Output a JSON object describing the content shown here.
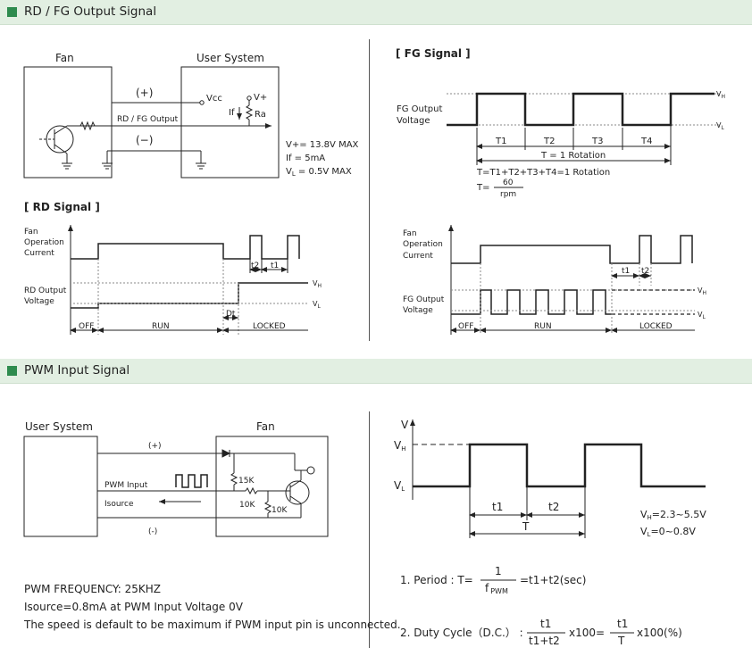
{
  "sections": {
    "rdfg_title": "RD / FG Output Signal",
    "pwm_title": "PWM Input Signal"
  },
  "rdfg_circuit": {
    "fan": "Fan",
    "user_system": "User System",
    "plus": "(+)",
    "minus": "(−)",
    "vcc": "Vcc",
    "vplus": "V+",
    "if": "If",
    "ra": "Ra",
    "rd_fg_output": "RD / FG Output",
    "spec1": "V+= 13.8V MAX",
    "spec2": "If    = 5mA",
    "spec3_main": "V",
    "spec3_sub": "L",
    "spec3_rest": " = 0.5V MAX"
  },
  "fg_signal": {
    "heading": "[ FG Signal ]",
    "fg_output": "FG Output",
    "voltage": "Voltage",
    "vh_main": "V",
    "vh_sub": "H",
    "vl_main": "V",
    "vl_sub": "L",
    "t1": "T1",
    "t2": "T2",
    "t3": "T3",
    "t4": "T4",
    "t_rot": "T = 1 Rotation",
    "t_sum": "T=T1+T2+T3+T4=1 Rotation",
    "t_eq": "T=",
    "num": "60",
    "den": "rpm"
  },
  "rd_signal": {
    "heading": "[ RD Signal ]",
    "fan": "Fan",
    "operation": "Operation",
    "current": "Current",
    "rd_output": "RD Output",
    "voltage": "Voltage",
    "vh_main": "V",
    "vh_sub": "H",
    "vl_main": "V",
    "vl_sub": "L",
    "t2": "t2",
    "t1": "t1",
    "dt": "Dt",
    "off": "OFF",
    "run": "RUN",
    "locked": "LOCKED"
  },
  "fg_locked": {
    "fan": "Fan",
    "operation": "Operation",
    "current": "Current",
    "fg_output": "FG Output",
    "voltage": "Voltage",
    "vh_main": "V",
    "vh_sub": "H",
    "vl_main": "V",
    "vl_sub": "L",
    "t1": "t1",
    "t2": "t2",
    "off": "OFF",
    "run": "RUN",
    "locked": "LOCKED"
  },
  "pwm_circuit": {
    "user_system": "User System",
    "fan": "Fan",
    "plus": "(+)",
    "minus": "(-)",
    "pwm_input": "PWM Input",
    "isource": "Isource",
    "r15k": "15K",
    "r10k_a": "10K",
    "r10k_b": "10K"
  },
  "pwm_waveform": {
    "v": "V",
    "vh_main": "V",
    "vh_sub": "H",
    "vl_main": "V",
    "vl_sub": "L",
    "t1": "t1",
    "t2": "t2",
    "T": "T",
    "spec_vh_main": "V",
    "spec_vh_sub": "H",
    "spec_vh_rest": "=2.3~5.5V",
    "spec_vl_main": "V",
    "spec_vl_sub": "L",
    "spec_vl_rest": "=0~0.8V"
  },
  "pwm_notes": {
    "freq": "PWM FREQUENCY: 25KHZ",
    "isource": "Isource=0.8mA at PWM Input Voltage 0V",
    "default": "The speed is default to be maximum if PWM input pin is unconnected."
  },
  "formulas": {
    "period_label": "1. Period :  T=",
    "period_num": "1",
    "period_den_f": "f",
    "period_den_sub": "PWM",
    "period_rest": "=t1+t2(sec)",
    "duty_label": "2. Duty Cycle（D.C.） :",
    "duty_num1": "t1",
    "duty_den1": "t1+t2",
    "duty_mid": "x100=",
    "duty_num2": "t1",
    "duty_den2": "T",
    "duty_end": "x100(%)"
  }
}
